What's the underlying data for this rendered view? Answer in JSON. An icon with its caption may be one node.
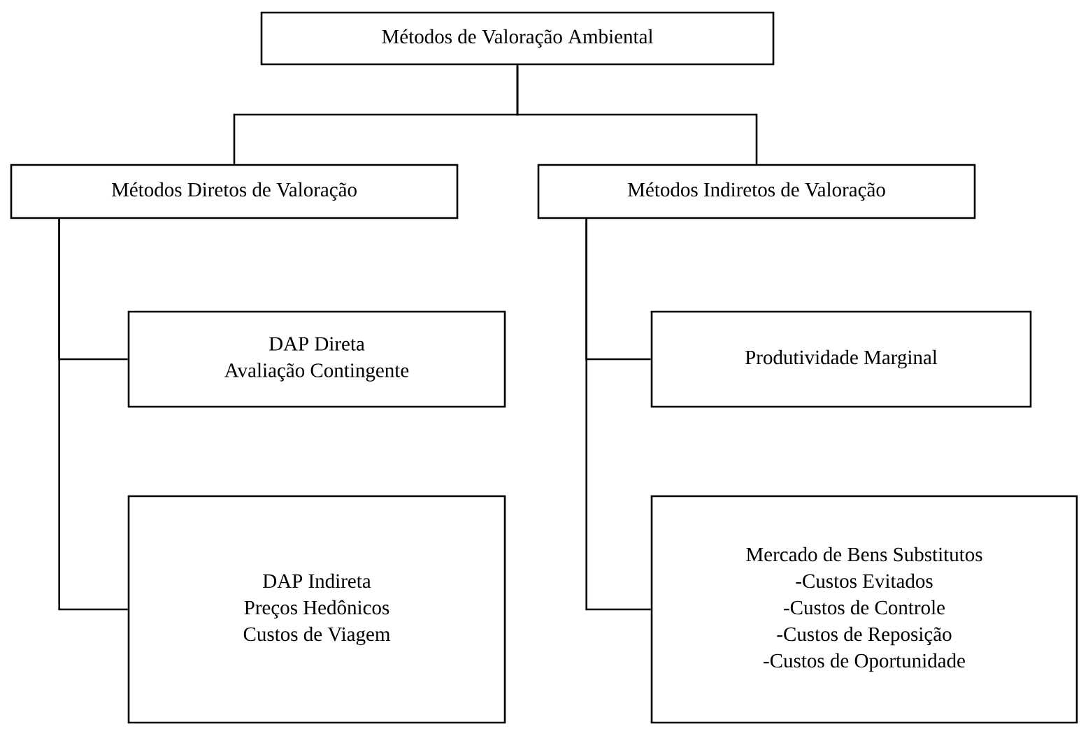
{
  "diagram": {
    "nodes": [
      {
        "text": [
          "Métodos de Valoração Ambiental"
        ]
      },
      {
        "text": [
          "Métodos Diretos de Valoração"
        ]
      },
      {
        "text": [
          "Métodos Indiretos de Valoração"
        ]
      },
      {
        "text": [
          "DAP Direta",
          "Avaliação Contingente"
        ]
      },
      {
        "text": [
          "DAP Indireta",
          "Preços Hedônicos",
          "Custos de Viagem"
        ]
      },
      {
        "text": [
          "Produtividade Marginal"
        ]
      },
      {
        "text": [
          "Mercado de Bens Substitutos",
          "-Custos Evitados",
          "-Custos de Controle",
          "-Custos de Reposição",
          "-Custos de Oportunidade"
        ]
      }
    ],
    "edges": [
      {
        "from": 0,
        "to": 1,
        "arrow": "none"
      },
      {
        "from": 0,
        "to": 2,
        "arrow": "none"
      },
      {
        "from": 1,
        "to": 3,
        "arrow": "none"
      },
      {
        "from": 1,
        "to": 4,
        "arrow": "none"
      },
      {
        "from": 2,
        "to": 5,
        "arrow": "none"
      },
      {
        "from": 2,
        "to": 6,
        "arrow": "none"
      }
    ]
  }
}
